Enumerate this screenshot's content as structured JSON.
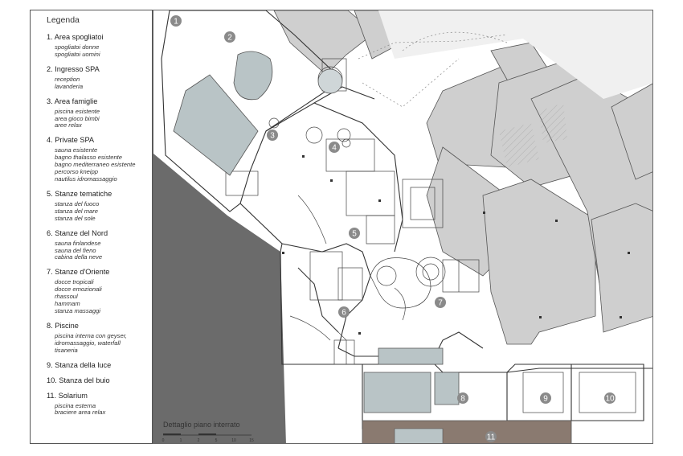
{
  "legend": {
    "title": "Legenda",
    "entries": [
      {
        "name": "1. Area spogliatoi",
        "subs": [
          "spogliatoi donne",
          "spogliatoi uomini"
        ]
      },
      {
        "name": "2. Ingresso SPA",
        "subs": [
          "reception",
          "lavanderia"
        ]
      },
      {
        "name": "3. Area famiglie",
        "subs": [
          "piscina esistente",
          "area gioco bimbi",
          "aree relax"
        ]
      },
      {
        "name": "4. Private SPA",
        "subs": [
          "sauna esistente",
          "bagno thalasso esistente",
          "bagno mediterraneo esistente",
          "percorso kneipp",
          "nautilus idromassaggio"
        ]
      },
      {
        "name": "5. Stanze tematiche",
        "subs": [
          "stanza del fuoco",
          "stanza del mare",
          "stanza del sole"
        ]
      },
      {
        "name": "6. Stanze del Nord",
        "subs": [
          "sauna finlandese",
          "sauna del fieno",
          "cabina della neve"
        ]
      },
      {
        "name": "7. Stanze d'Oriente",
        "subs": [
          "docce tropicali",
          "docce emozionali",
          "rhassoul",
          "hammam",
          "stanza massaggi"
        ]
      },
      {
        "name": "8. Piscine",
        "subs": [
          "piscina interna con geyser,",
          "idromassaggio, waterfall",
          "tisaneria"
        ]
      },
      {
        "name": "9. Stanza della luce",
        "subs": []
      },
      {
        "name": "10. Stanza del buio",
        "subs": []
      },
      {
        "name": "11. Solarium",
        "subs": [
          "piscina esterna",
          "braciere area relax"
        ]
      }
    ]
  },
  "plan": {
    "caption": "Dettaglio piano interrato",
    "scale_labels": [
      "0",
      "1",
      "2",
      "5",
      "10",
      "15"
    ],
    "markers": [
      "1",
      "2",
      "3",
      "4",
      "5",
      "6",
      "7",
      "8",
      "9",
      "10",
      "11"
    ],
    "colors": {
      "existing_building": "#cfcfcf",
      "dark_ground": "#6b6b6b",
      "pool_water": "#b9c4c6",
      "solarium_deck": "#8a7a70",
      "marker_fill": "#8a8a8a"
    }
  }
}
